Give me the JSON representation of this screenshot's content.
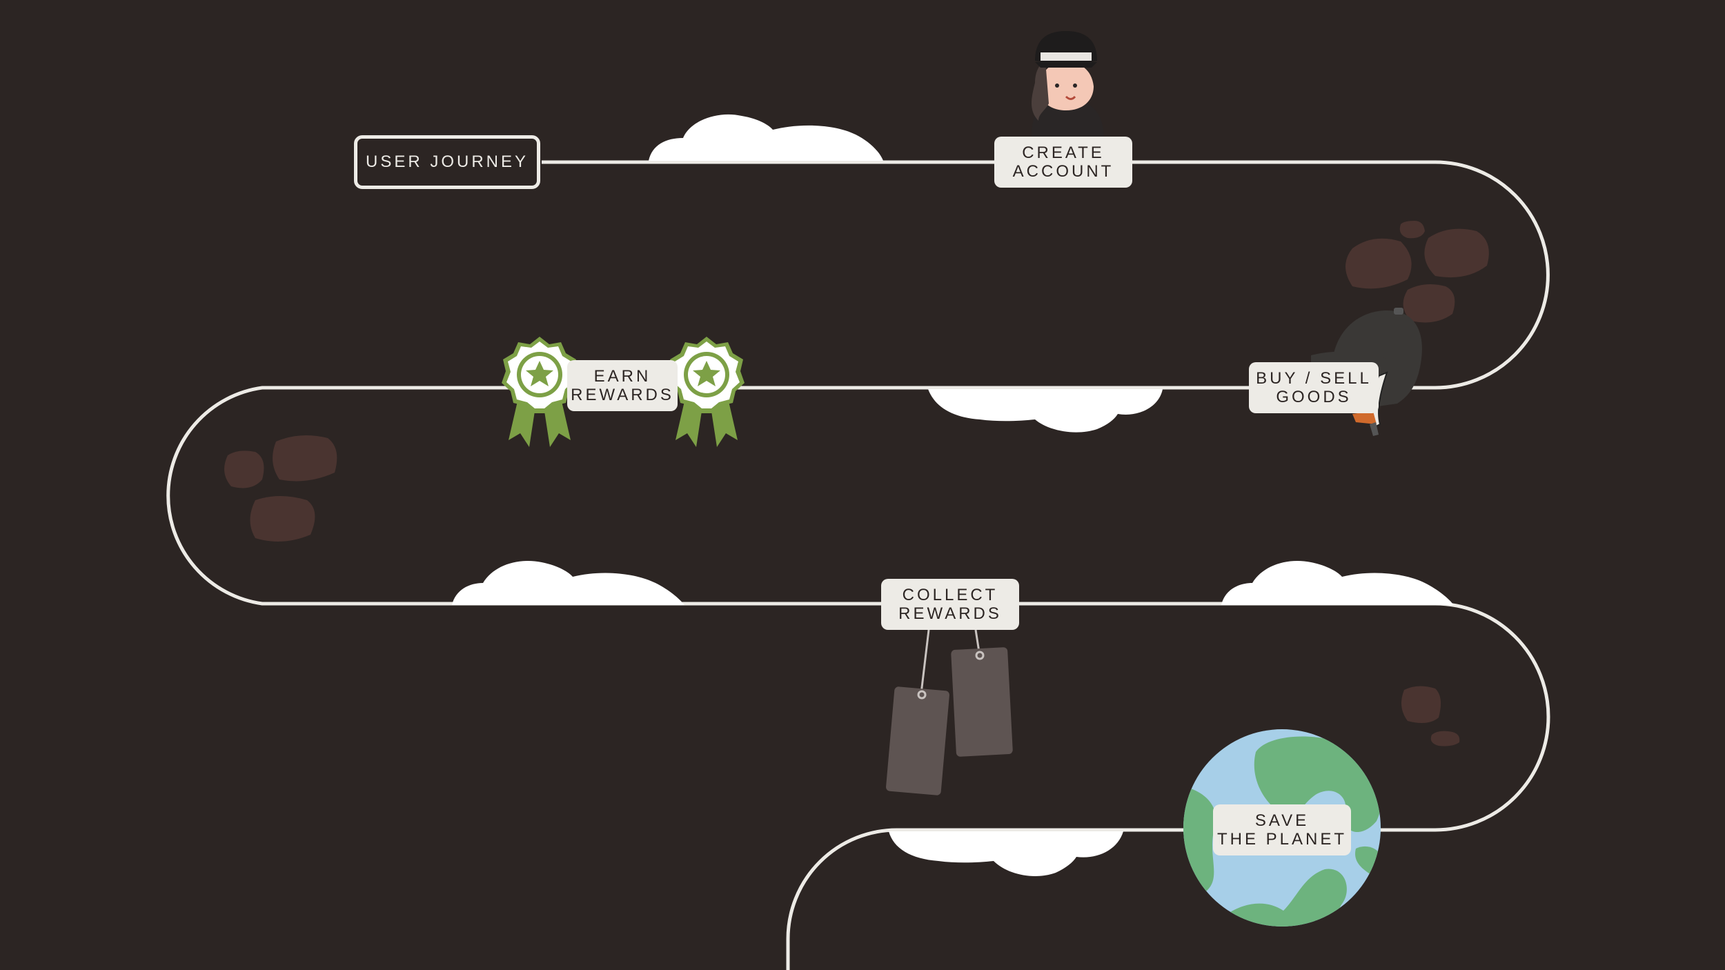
{
  "title": "USER JOURNEY",
  "steps": [
    {
      "id": "create_account",
      "label": "CREATE\nACCOUNT"
    },
    {
      "id": "buy_sell_goods",
      "label": "BUY / SELL\nGOODS"
    },
    {
      "id": "earn_rewards",
      "label": "EARN\nREWARDS"
    },
    {
      "id": "collect_rewards",
      "label": "COLLECT\nREWARDS"
    },
    {
      "id": "save_the_planet",
      "label": "SAVE\nTHE PLANET"
    }
  ],
  "icons": {
    "create_account": "rider-character-icon",
    "buy_sell_goods": "riding-helmet-icon",
    "earn_rewards": "award-ribbon-icon",
    "collect_rewards": "hanging-tags-icon",
    "save_the_planet": "earth-globe-icon"
  },
  "colors": {
    "background": "#2c2523",
    "path": "#edebe6",
    "label_bg": "#edebe6",
    "cloud": "#ffffff",
    "rock": "#4a3430",
    "award_green": "#7da046",
    "earth_ocean": "#a7cfe8",
    "earth_land": "#6db37e",
    "tag": "#5e5452"
  }
}
